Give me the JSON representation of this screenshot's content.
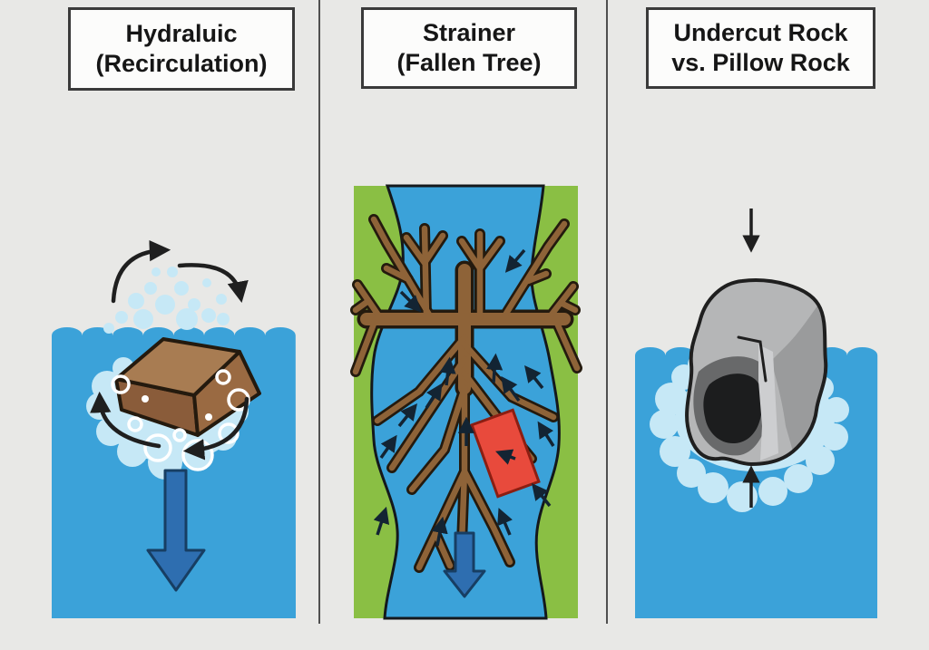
{
  "figure": {
    "type": "safety-diagram",
    "subject": "river hazards",
    "panel_count": 3
  },
  "panels": [
    {
      "id": "hydraulic",
      "title_line1": "Hydraluic",
      "title_line2": "(Recirculation)",
      "icons": [
        "rotation-arrow-icon",
        "floating-box-icon",
        "foam-bubbles-icon",
        "downward-current-arrow-icon"
      ]
    },
    {
      "id": "strainer",
      "title_line1": "Strainer",
      "title_line2": "(Fallen Tree)",
      "icons": [
        "fallen-tree-icon",
        "river-icon",
        "trapped-object-icon",
        "flow-arrow-icon",
        "downstream-arrow-icon"
      ]
    },
    {
      "id": "undercut-vs-pillow",
      "title_line1": "Undercut Rock",
      "title_line2": "vs. Pillow Rock",
      "icons": [
        "rock-icon",
        "undercut-cavity-icon",
        "pillow-foam-icon",
        "down-force-arrow-icon",
        "up-pillow-arrow-icon"
      ]
    }
  ],
  "palette": {
    "bg": "#e8e8e6",
    "divider": "#4f4f4f",
    "title_bg": "#fcfcfb",
    "title_border": "#3a3a3a",
    "text": "#161616",
    "ink": "#1f1f1f",
    "water": "#3ba2d9",
    "foam": "#c6e8f6",
    "bubble": "#ffffff",
    "deep_arrow": "#2e6eb0",
    "deep_arrow_stroke": "#173e63",
    "bank_green": "#8abf44",
    "river_stroke": "#14181c",
    "tree_brown": "#8e6338",
    "tree_outline": "#241a0e",
    "box_top": "#a87c52",
    "box_left": "#8a5c3a",
    "box_right": "#9a6a42",
    "box_stroke": "#241a0e",
    "red": "#e84a3c",
    "red_stroke": "#8c1e12",
    "flow_ink": "#132433",
    "rock": "#b5b6b7",
    "rock_mid": "#9a9b9c",
    "rock_dark": "#68696a",
    "rock_cavity": "#1c1d1e",
    "rock_streak": "#cdced0"
  }
}
